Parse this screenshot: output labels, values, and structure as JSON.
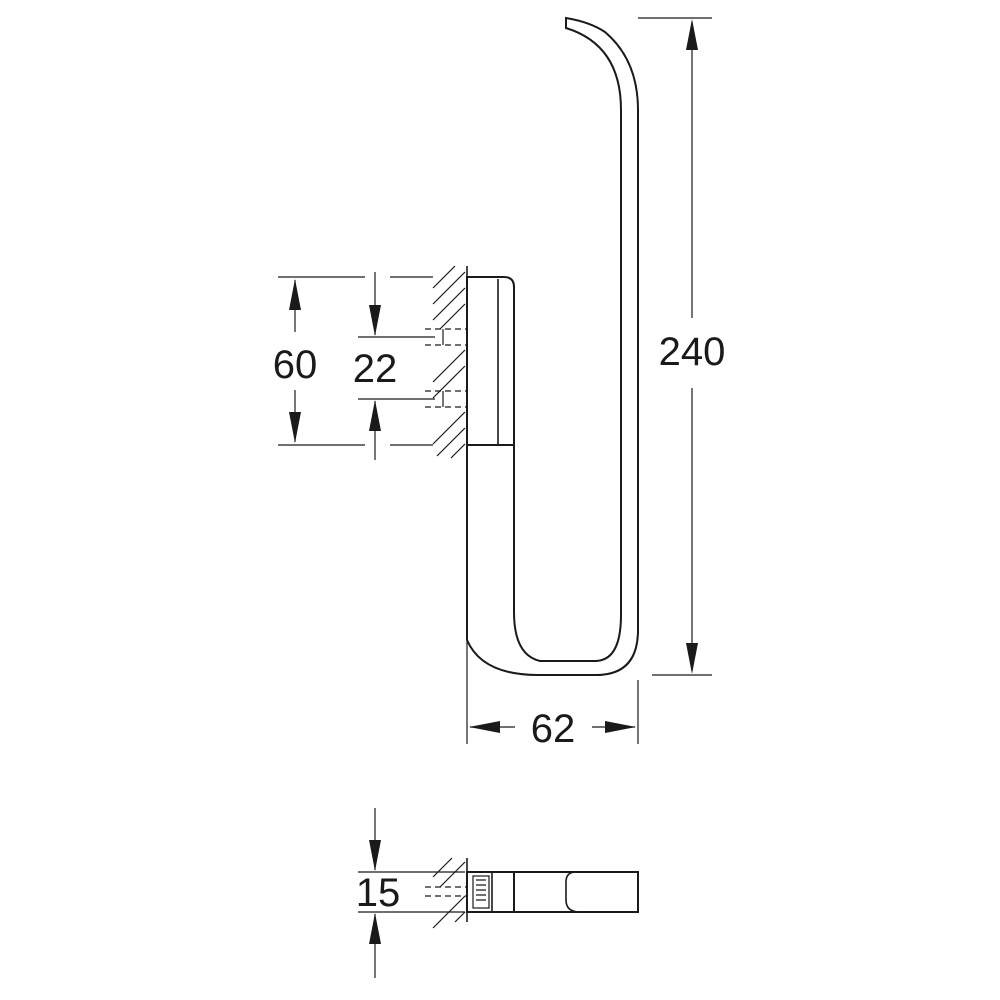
{
  "dimensions": {
    "height_total": "240",
    "width_total": "62",
    "bracket_height": "60",
    "hole_spacing": "22",
    "depth": "15"
  },
  "colors": {
    "line": "#1a1a1a",
    "background": "#ffffff"
  }
}
